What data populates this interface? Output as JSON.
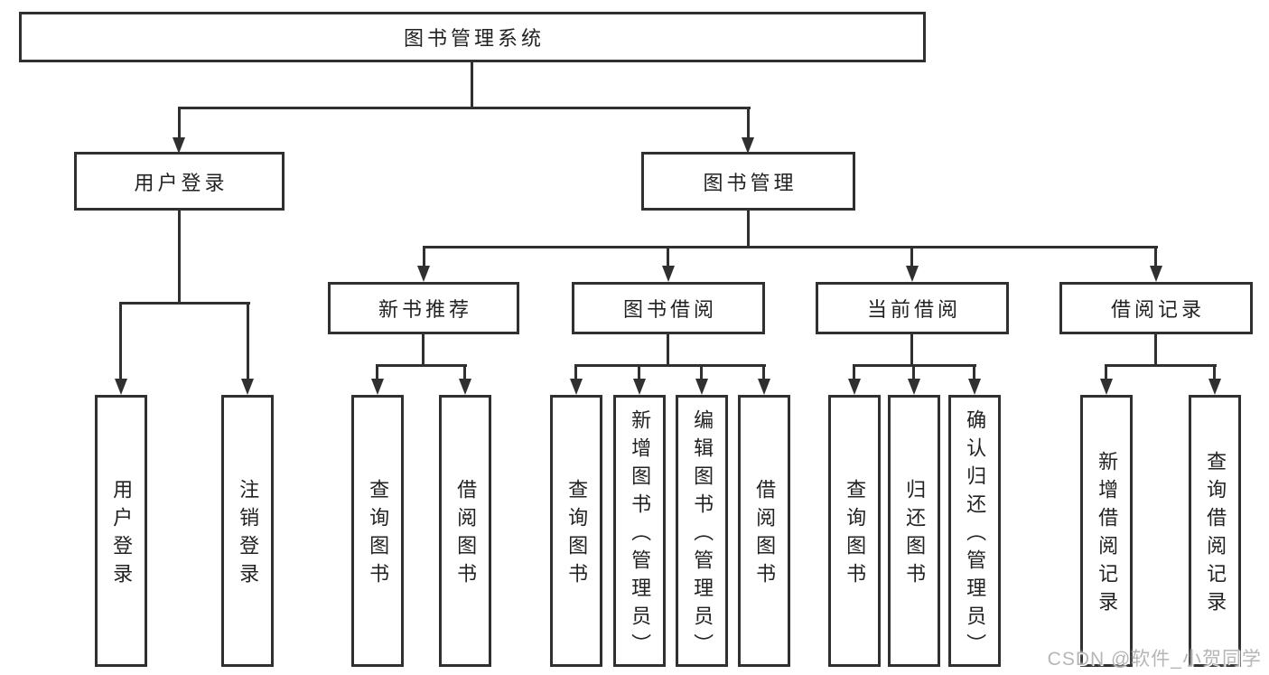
{
  "hierarchy": {
    "label": "图书管理系统",
    "children": [
      {
        "label": "用户登录",
        "children": [
          {
            "label": "用户登录"
          },
          {
            "label": "注销登录"
          }
        ]
      },
      {
        "label": "图书管理",
        "children": [
          {
            "label": "新书推荐",
            "children": [
              {
                "label": "查询图书"
              },
              {
                "label": "借阅图书"
              }
            ]
          },
          {
            "label": "图书借阅",
            "children": [
              {
                "label": "查询图书"
              },
              {
                "label": "新增图书（管理员）"
              },
              {
                "label": "编辑图书（管理员）"
              },
              {
                "label": "借阅图书"
              }
            ]
          },
          {
            "label": "当前借阅",
            "children": [
              {
                "label": "查询图书"
              },
              {
                "label": "归还图书"
              },
              {
                "label": "确认归还（管理员）"
              }
            ]
          },
          {
            "label": "借阅记录",
            "children": [
              {
                "label": "新增借阅记录"
              },
              {
                "label": "查询借阅记录"
              }
            ]
          }
        ]
      }
    ]
  },
  "watermark": {
    "text": "CSDN @软件_小贺同学"
  },
  "colors": {
    "line": "#303030",
    "text": "#222222",
    "background": "#ffffff",
    "watermark": "#b6b6b6"
  }
}
